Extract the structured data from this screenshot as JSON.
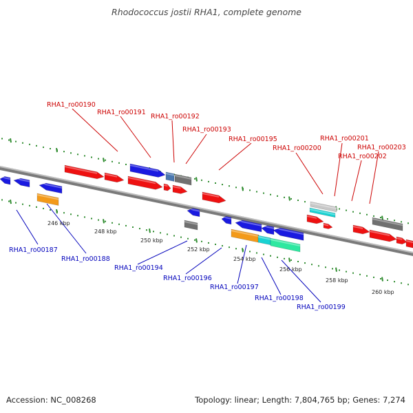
{
  "title": "Rhodococcus jostii RHA1, complete genome",
  "footer": {
    "accession": "Accession: NC_008268",
    "topology": "Topology: linear; Length: 7,804,765 bp; Genes: 7,274"
  },
  "colors": {
    "forward_label": "#cc0000",
    "reverse_label": "#0000bb",
    "tick": "#2e8b2e",
    "backbone": "#888888",
    "feature_red": "#ee1111",
    "feature_blue": "#1a1ae0",
    "feature_gray": "#707070",
    "feature_orange": "#f39a1a",
    "feature_cyan": "#18d2d2",
    "feature_mint": "#2ee8a0",
    "feature_steel": "#4a78b0",
    "feature_light_gray": "#c8c8c8"
  },
  "ticks": [
    "246 kbp",
    "248 kbp",
    "250 kbp",
    "252 kbp",
    "254 kbp",
    "256 kbp",
    "258 kbp",
    "260 kbp"
  ],
  "gene_labels_forward": [
    "RHA1_ro00190",
    "RHA1_ro00191",
    "RHA1_ro00192",
    "RHA1_ro00193",
    "RHA1_ro00195",
    "RHA1_ro00200",
    "RHA1_ro00201",
    "RHA1_ro00202",
    "RHA1_ro00203"
  ],
  "gene_labels_reverse": [
    "RHA1_ro00187",
    "RHA1_ro00188",
    "RHA1_ro00194",
    "RHA1_ro00196",
    "RHA1_ro00197",
    "RHA1_ro00198",
    "RHA1_ro00199"
  ]
}
